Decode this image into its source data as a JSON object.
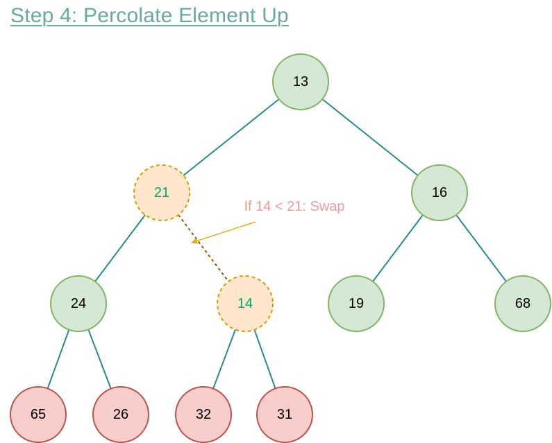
{
  "title": "Step 4: Percolate Element Up",
  "colors": {
    "title": "#67AB9F",
    "edge": "#2A8A8A",
    "green_fill": "#D5E8D4",
    "green_stroke": "#82B366",
    "orange_fill": "#FFE6CC",
    "orange_stroke": "#D79B00",
    "red_fill": "#F8CECC",
    "red_stroke": "#B85450",
    "highlight_text": "#00A86B",
    "annotation_text": "#F19C99",
    "swap_edge": "#8B5A00",
    "arrow": "#E0A800"
  },
  "nodes": [
    {
      "id": "n13",
      "label": "13",
      "style": "green"
    },
    {
      "id": "n21",
      "label": "21",
      "style": "orange"
    },
    {
      "id": "n16",
      "label": "16",
      "style": "green"
    },
    {
      "id": "n24",
      "label": "24",
      "style": "green"
    },
    {
      "id": "n14",
      "label": "14",
      "style": "orange"
    },
    {
      "id": "n19",
      "label": "19",
      "style": "green"
    },
    {
      "id": "n68",
      "label": "68",
      "style": "green"
    },
    {
      "id": "n65",
      "label": "65",
      "style": "red"
    },
    {
      "id": "n26",
      "label": "26",
      "style": "red"
    },
    {
      "id": "n32",
      "label": "32",
      "style": "red"
    },
    {
      "id": "n31",
      "label": "31",
      "style": "red"
    }
  ],
  "edges": [
    {
      "from": "n13",
      "to": "n21",
      "style": "solid"
    },
    {
      "from": "n13",
      "to": "n16",
      "style": "solid"
    },
    {
      "from": "n21",
      "to": "n24",
      "style": "solid"
    },
    {
      "from": "n21",
      "to": "n14",
      "style": "dashed"
    },
    {
      "from": "n16",
      "to": "n19",
      "style": "solid"
    },
    {
      "from": "n16",
      "to": "n68",
      "style": "solid"
    },
    {
      "from": "n24",
      "to": "n65",
      "style": "solid"
    },
    {
      "from": "n24",
      "to": "n26",
      "style": "solid"
    },
    {
      "from": "n14",
      "to": "n32",
      "style": "solid"
    },
    {
      "from": "n14",
      "to": "n31",
      "style": "solid"
    }
  ],
  "annotation": {
    "text": "If 14 < 21: Swap"
  }
}
